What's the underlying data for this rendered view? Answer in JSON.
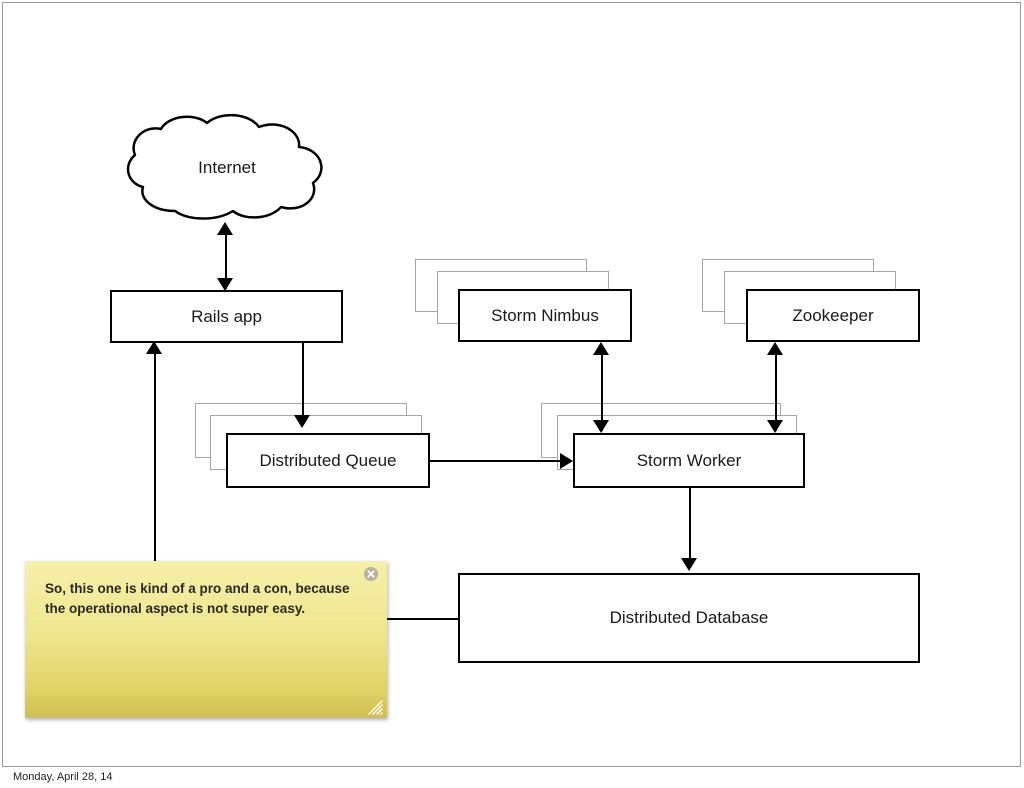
{
  "slide": {
    "nodes": {
      "internet": "Internet",
      "rails_app": "Rails app",
      "storm_nimbus": "Storm Nimbus",
      "zookeeper": "Zookeeper",
      "distributed_queue": "Distributed Queue",
      "storm_worker": "Storm Worker",
      "distributed_database": "Distributed Database"
    },
    "note": {
      "text": "So, this one is kind of a pro and a con, because the operational aspect is not super easy.",
      "close_icon": "close-icon",
      "resize_icon": "resize-grip-icon"
    }
  },
  "footer": {
    "date": "Monday, April 28, 14"
  },
  "colors": {
    "stroke": "#000000",
    "ghost_stroke": "#a6a6a6",
    "note_top": "#f6f0a9",
    "note_bottom": "#cfbf53",
    "slide_border": "#9a9a9a"
  }
}
